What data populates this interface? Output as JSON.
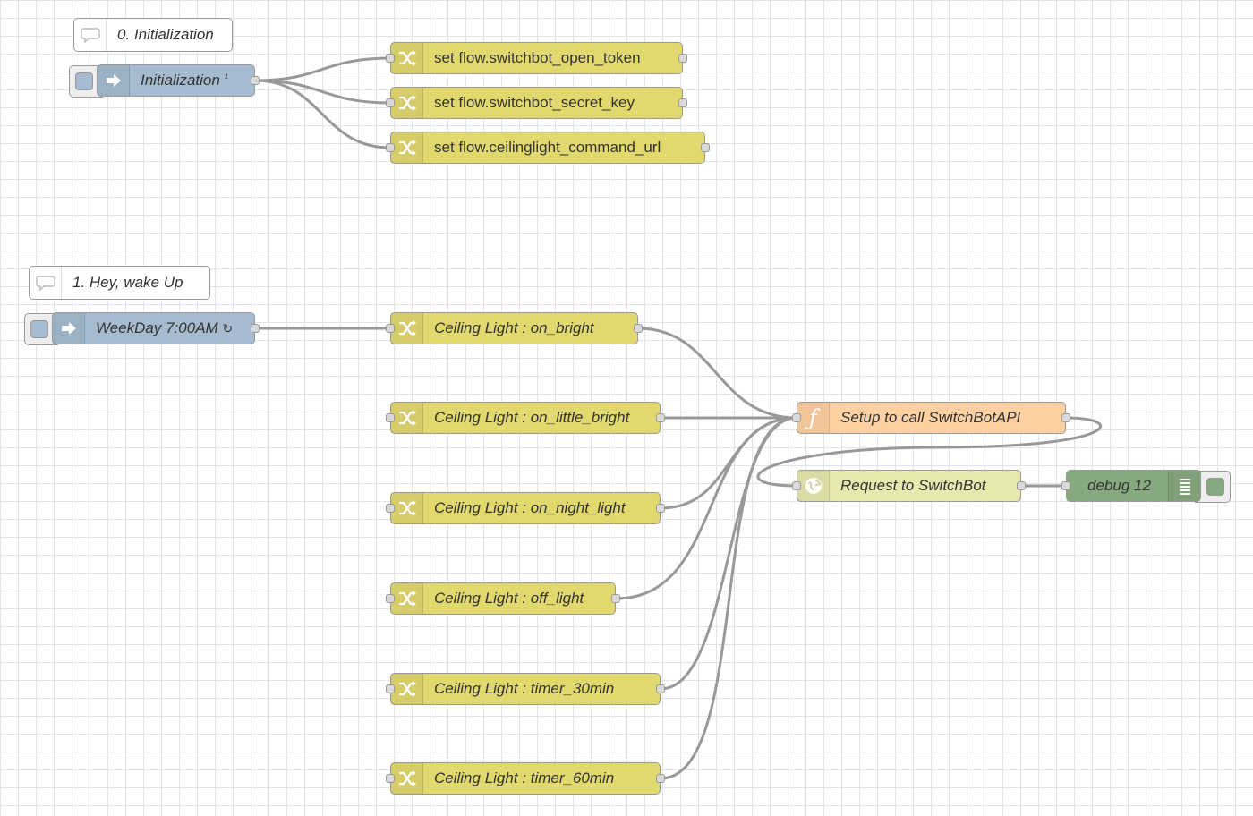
{
  "comments": {
    "init": "0. Initialization",
    "wake": "1. Hey, wake Up"
  },
  "inject_nodes": {
    "init": {
      "label": "Initialization",
      "badge": "¹",
      "icon": "arrow-right-icon"
    },
    "weekday": {
      "label": "WeekDay 7:00AM",
      "badge": "↻",
      "icon": "arrow-right-icon"
    }
  },
  "change_nodes": {
    "open_token": "set flow.switchbot_open_token",
    "secret_key": "set flow.switchbot_secret_key",
    "command_url": "set flow.ceilinglight_command_url",
    "on_bright": "Ceiling Light : on_bright",
    "on_little_bright": "Ceiling Light : on_little_bright",
    "on_night_light": "Ceiling Light : on_night_light",
    "off_light": "Ceiling Light : off_light",
    "timer_30min": "Ceiling Light : timer_30min",
    "timer_60min": "Ceiling Light : timer_60min"
  },
  "function_node": {
    "label": "Setup to call SwitchBotAPI",
    "icon": "function-icon"
  },
  "http_node": {
    "label": "Request to SwitchBot",
    "icon": "globe-icon"
  },
  "debug_node": {
    "label": "debug 12",
    "icon": "debug-list-icon"
  },
  "colors": {
    "change": "#e2d96e",
    "inject": "#a6bbcf",
    "function": "#fdd0a2",
    "http": "#e7e7ae",
    "debug": "#87a980",
    "wire": "#999999",
    "grid": "#e4e4e4"
  }
}
